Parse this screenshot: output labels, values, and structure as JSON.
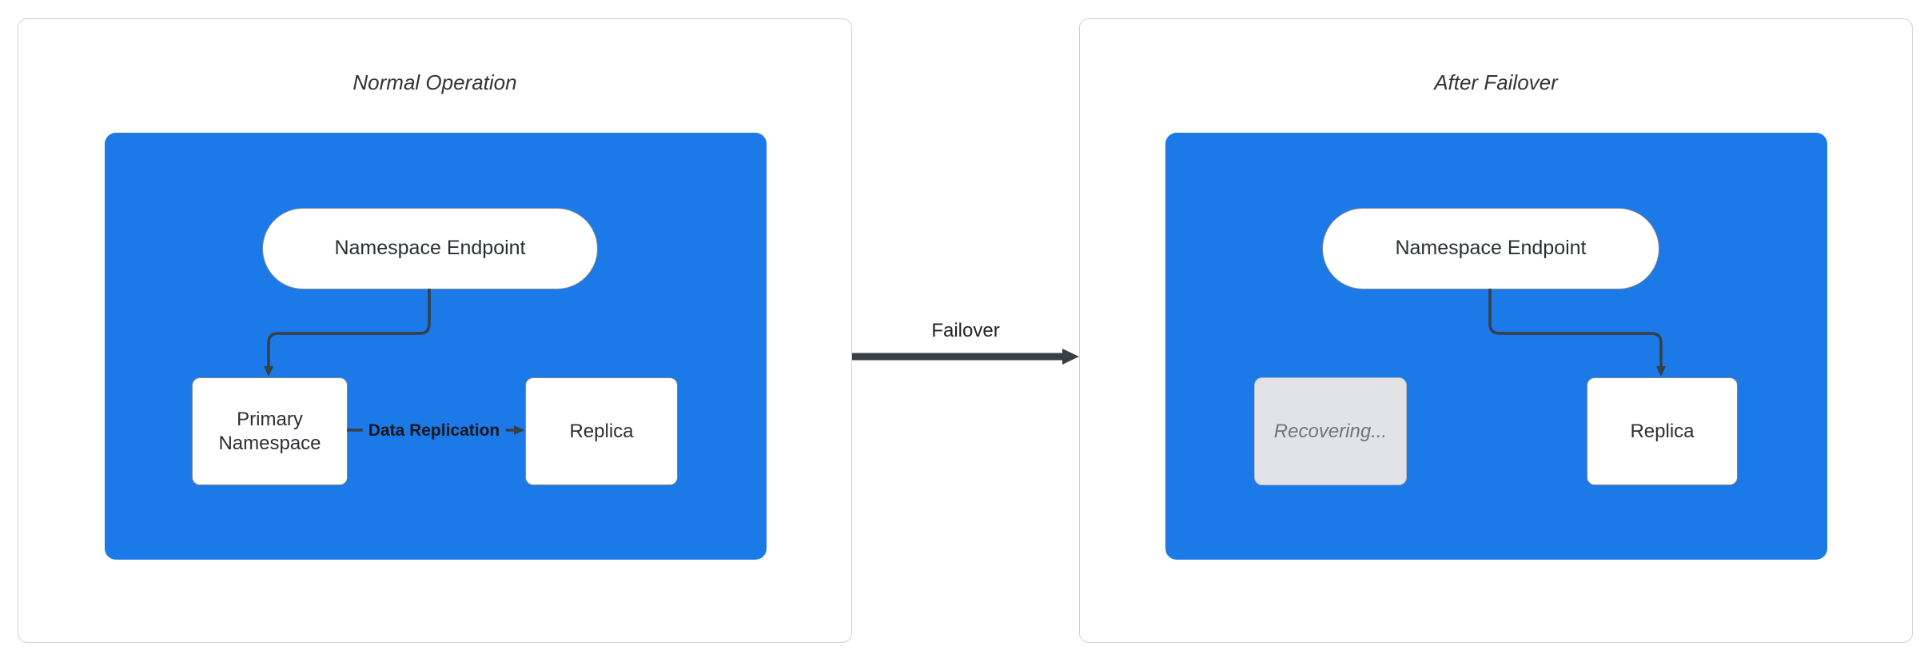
{
  "diagram": {
    "left_panel": {
      "title": "Normal Operation",
      "endpoint": "Namespace Endpoint",
      "primary": "Primary Namespace",
      "replication_label": "Data Replication",
      "replica": "Replica"
    },
    "transition": {
      "label": "Failover"
    },
    "right_panel": {
      "title": "After Failover",
      "endpoint": "Namespace Endpoint",
      "recovering": "Recovering...",
      "replica": "Replica"
    }
  },
  "colors": {
    "container_blue": "#1b79e8",
    "arrow": "#383f45",
    "panel_border": "#cfcfcf",
    "node_border": "#82878f",
    "recovering_bg": "#e2e3e6",
    "recovering_text": "#70757c"
  }
}
